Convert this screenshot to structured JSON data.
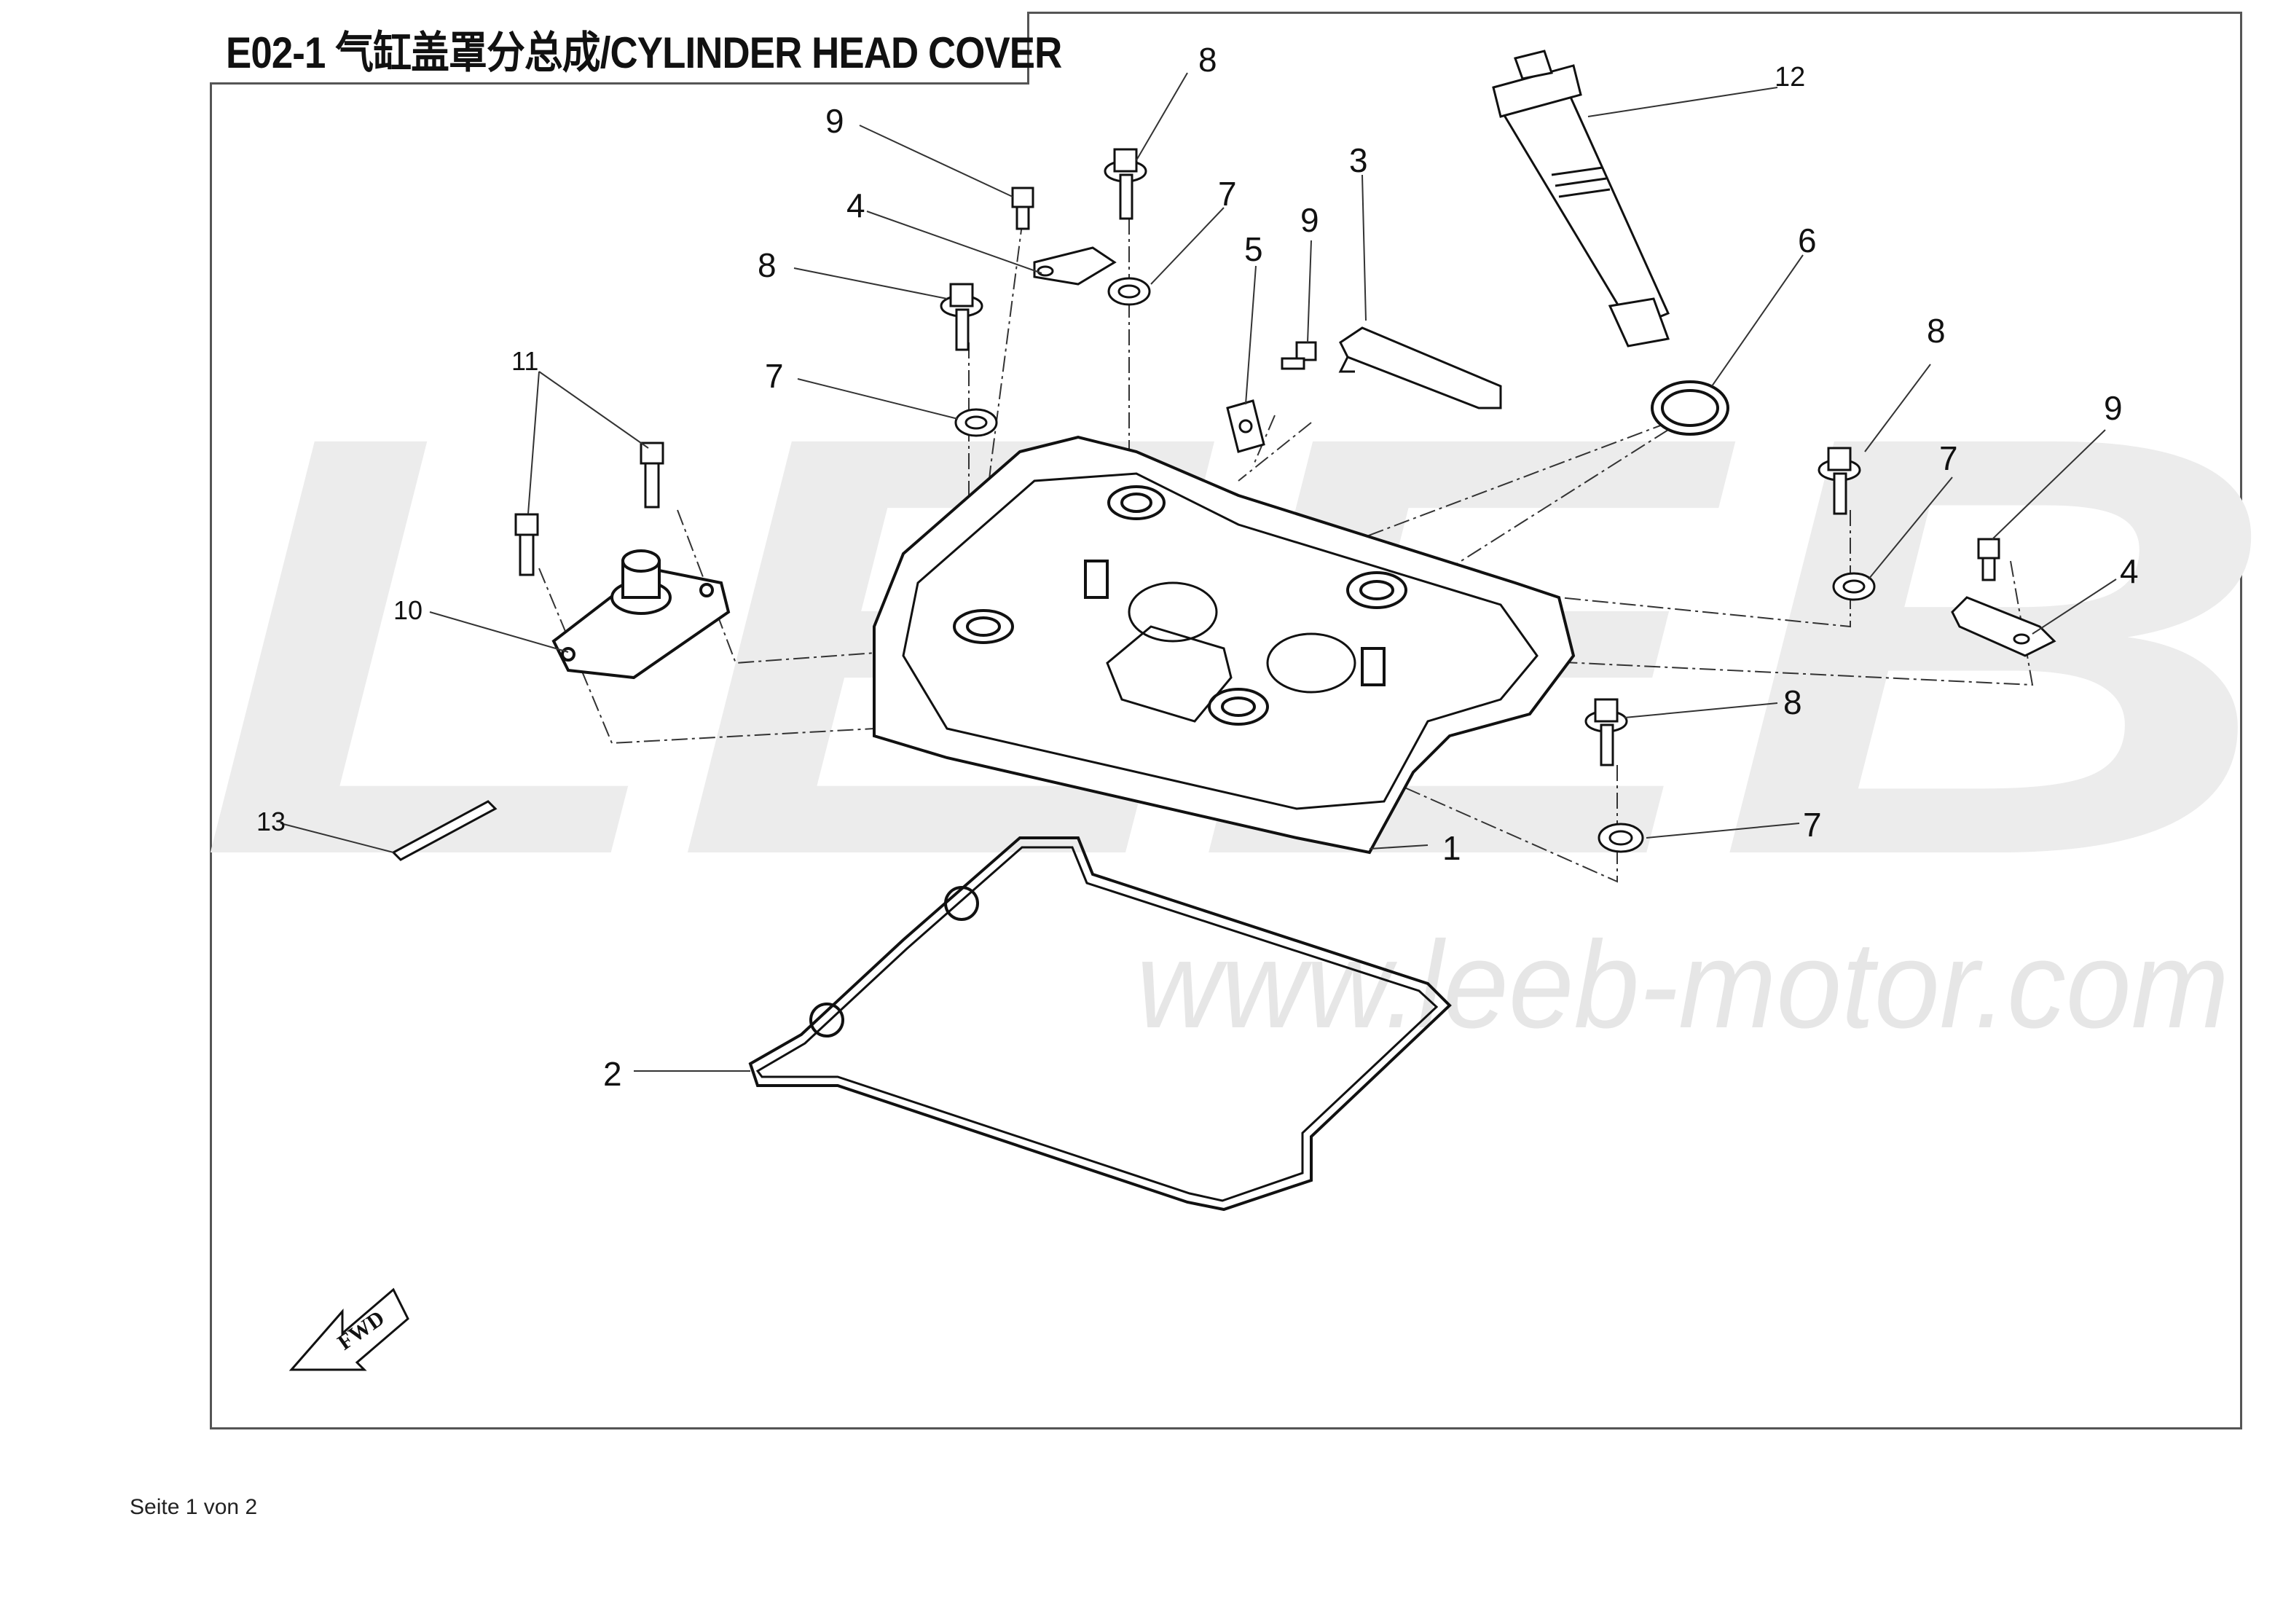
{
  "title": "E02-1  气缸盖罩分总成/CYLINDER HEAD COVER",
  "watermark": {
    "brand": "LEEB",
    "url": "www.leeb-motor.com"
  },
  "fwd_label": "FWD",
  "footer": "Seite 1 von 2",
  "callouts": {
    "c1": "1",
    "c2": "2",
    "c3": "3",
    "c4a": "4",
    "c4b": "4",
    "c5": "5",
    "c6": "6",
    "c7a": "7",
    "c7b": "7",
    "c7c": "7",
    "c7d": "7",
    "c8a": "8",
    "c8b": "8",
    "c8c": "8",
    "c8d": "8",
    "c9a": "9",
    "c9b": "9",
    "c9c": "9",
    "c10": "10",
    "c11": "11",
    "c12": "12",
    "c13": "13"
  },
  "colors": {
    "line": "#111111",
    "frame": "#555555",
    "watermark": "#ececec"
  }
}
